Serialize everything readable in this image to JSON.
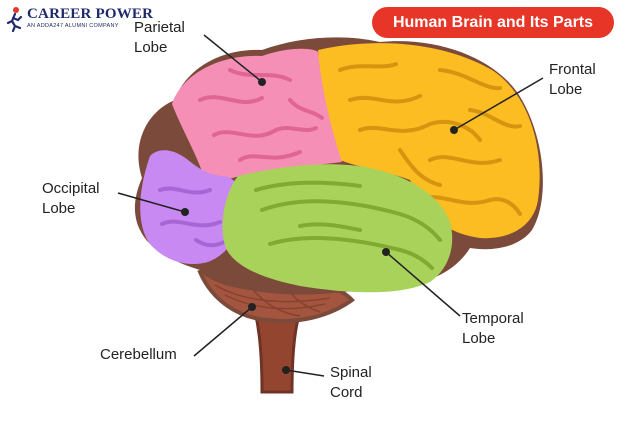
{
  "brand": {
    "name": "CAREER POWER",
    "tagline": "AN ADDA247 ALUMNI COMPANY"
  },
  "title": "Human Brain and Its Parts",
  "labels": {
    "parietal": [
      "Parietal",
      "Lobe"
    ],
    "frontal": [
      "Frontal",
      "Lobe"
    ],
    "occipital": [
      "Occipital",
      "Lobe"
    ],
    "temporal": [
      "Temporal",
      "Lobe"
    ],
    "cerebellum": [
      "Cerebellum"
    ],
    "spinal_cord": [
      "Spinal",
      "Cord"
    ]
  },
  "colors": {
    "accent": "#e73527",
    "brand": "#1f2a6b",
    "outline": "#7c4a3a",
    "parietal": "#f58fb5",
    "frontal": "#fbbd22",
    "occipital": "#c989f2",
    "temporal": "#a9d25a",
    "cerebellum": "#a3553f",
    "spinal_cord": "#94452f"
  }
}
